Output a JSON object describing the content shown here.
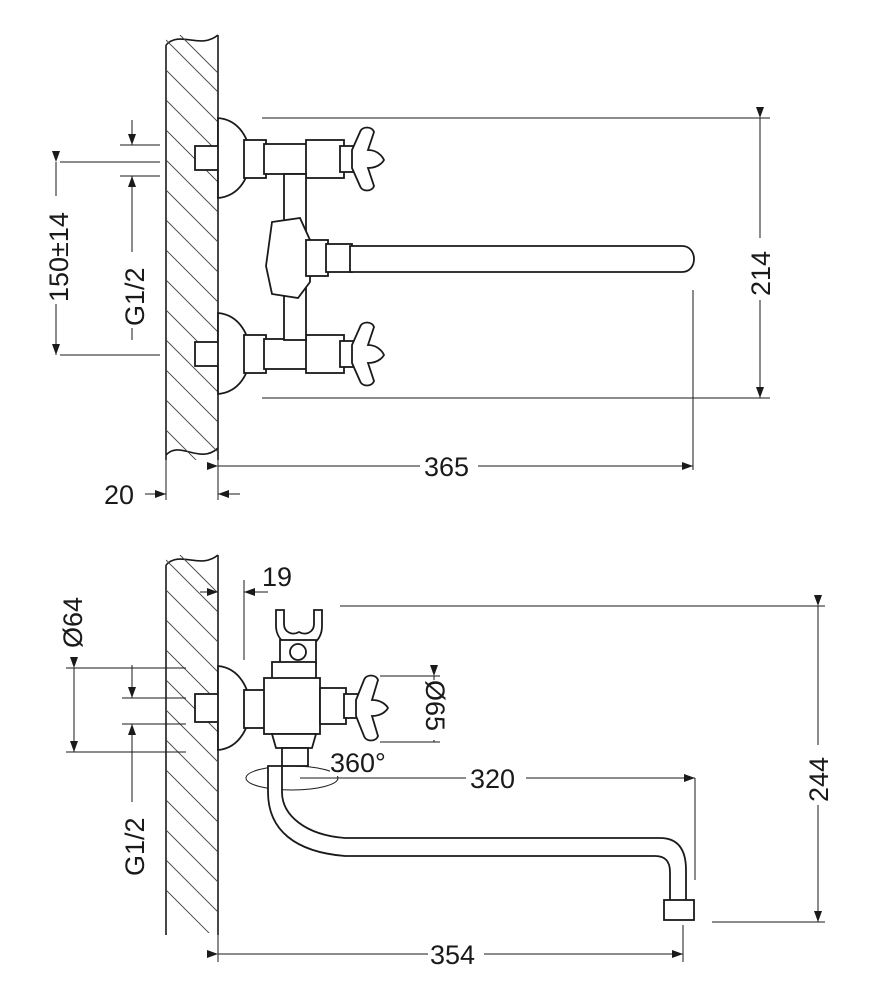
{
  "top_view": {
    "dim_width": "365",
    "dim_height": "214",
    "dim_spacing": "150±14",
    "dim_thread": "G1/2",
    "dim_offset": "20"
  },
  "side_view": {
    "dim_depth": "19",
    "dim_flange_dia": "Ø64",
    "dim_thread": "G1/2",
    "dim_handle_dia": "Ø65",
    "dim_rotation": "360°",
    "dim_spout_length": "320",
    "dim_total_length": "354",
    "dim_total_height": "244"
  }
}
